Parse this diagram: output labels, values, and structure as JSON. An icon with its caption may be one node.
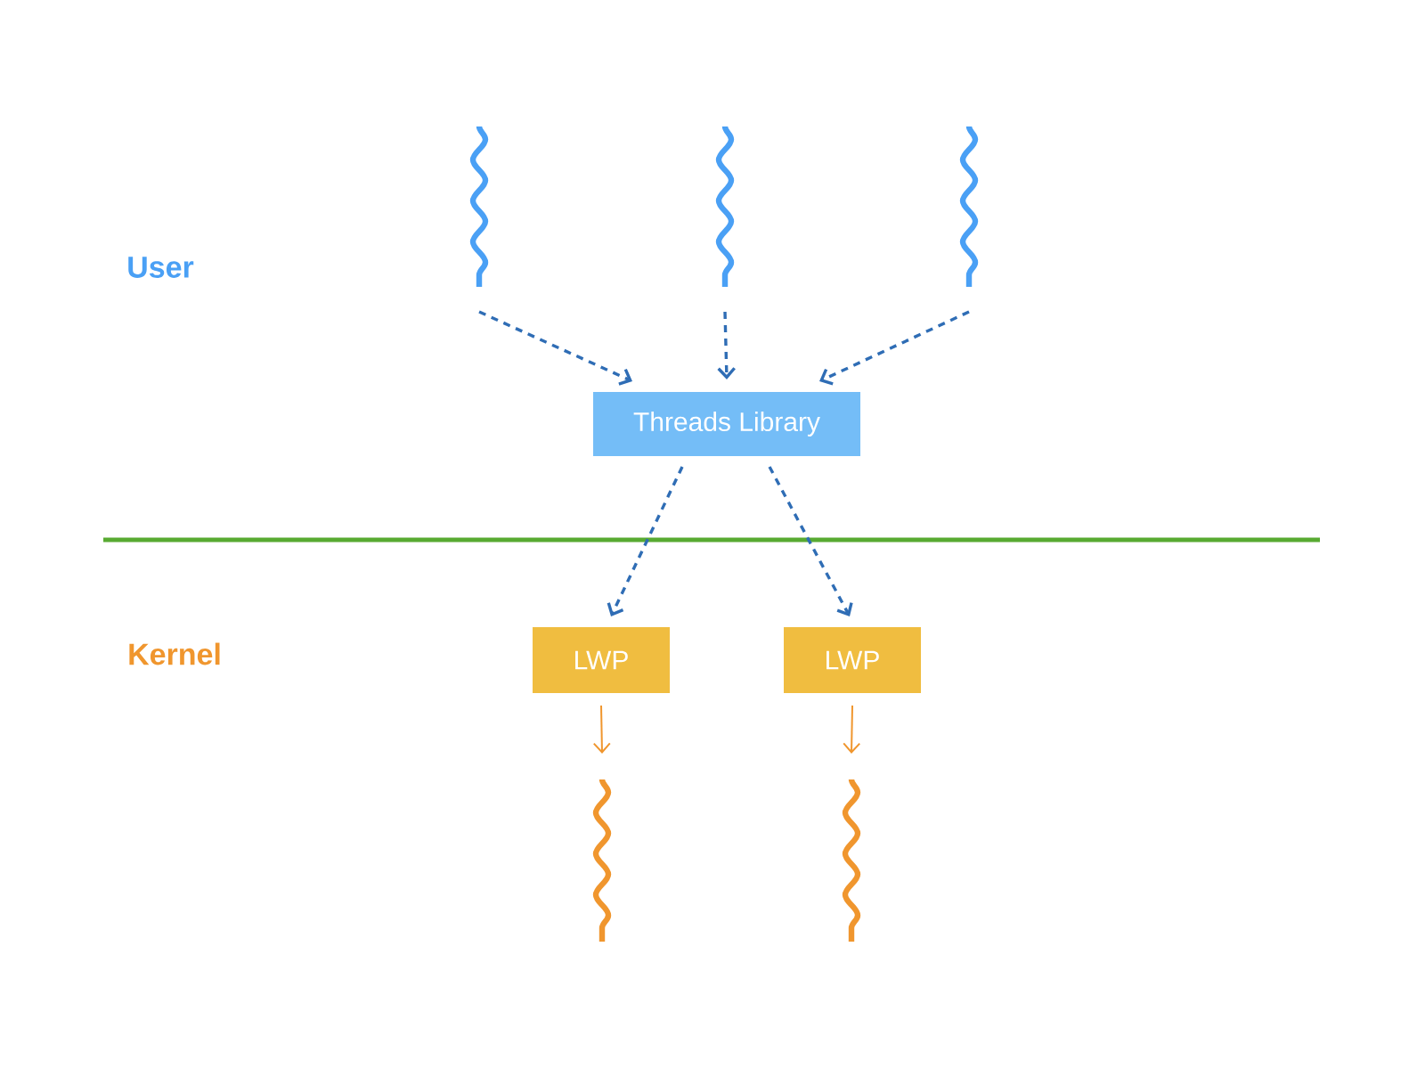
{
  "diagram": {
    "nodes": [
      {
        "text": [],
        "shape": "wave"
      },
      {
        "text": [],
        "shape": "wave"
      },
      {
        "text": [],
        "shape": "wave"
      },
      {
        "text": [
          "Threads Library"
        ]
      },
      {
        "text": [
          "LWP"
        ]
      },
      {
        "text": [
          "LWP"
        ]
      },
      {
        "text": [],
        "shape": "wave"
      },
      {
        "text": [],
        "shape": "wave"
      }
    ],
    "edges": [
      {
        "from": 0,
        "to": 3,
        "arrow": "to",
        "style": "dashed"
      },
      {
        "from": 1,
        "to": 3,
        "arrow": "to",
        "style": "dashed"
      },
      {
        "from": 2,
        "to": 3,
        "arrow": "to",
        "style": "dashed"
      },
      {
        "from": 3,
        "to": 4,
        "arrow": "to",
        "style": "dashed"
      },
      {
        "from": 3,
        "to": 5,
        "arrow": "to",
        "style": "dashed"
      },
      {
        "from": 4,
        "to": 6,
        "arrow": "to",
        "color": "#f0962e"
      },
      {
        "from": 5,
        "to": 7,
        "arrow": "to",
        "color": "#f0962e"
      }
    ],
    "labels": [
      "User",
      "Kernel"
    ]
  }
}
